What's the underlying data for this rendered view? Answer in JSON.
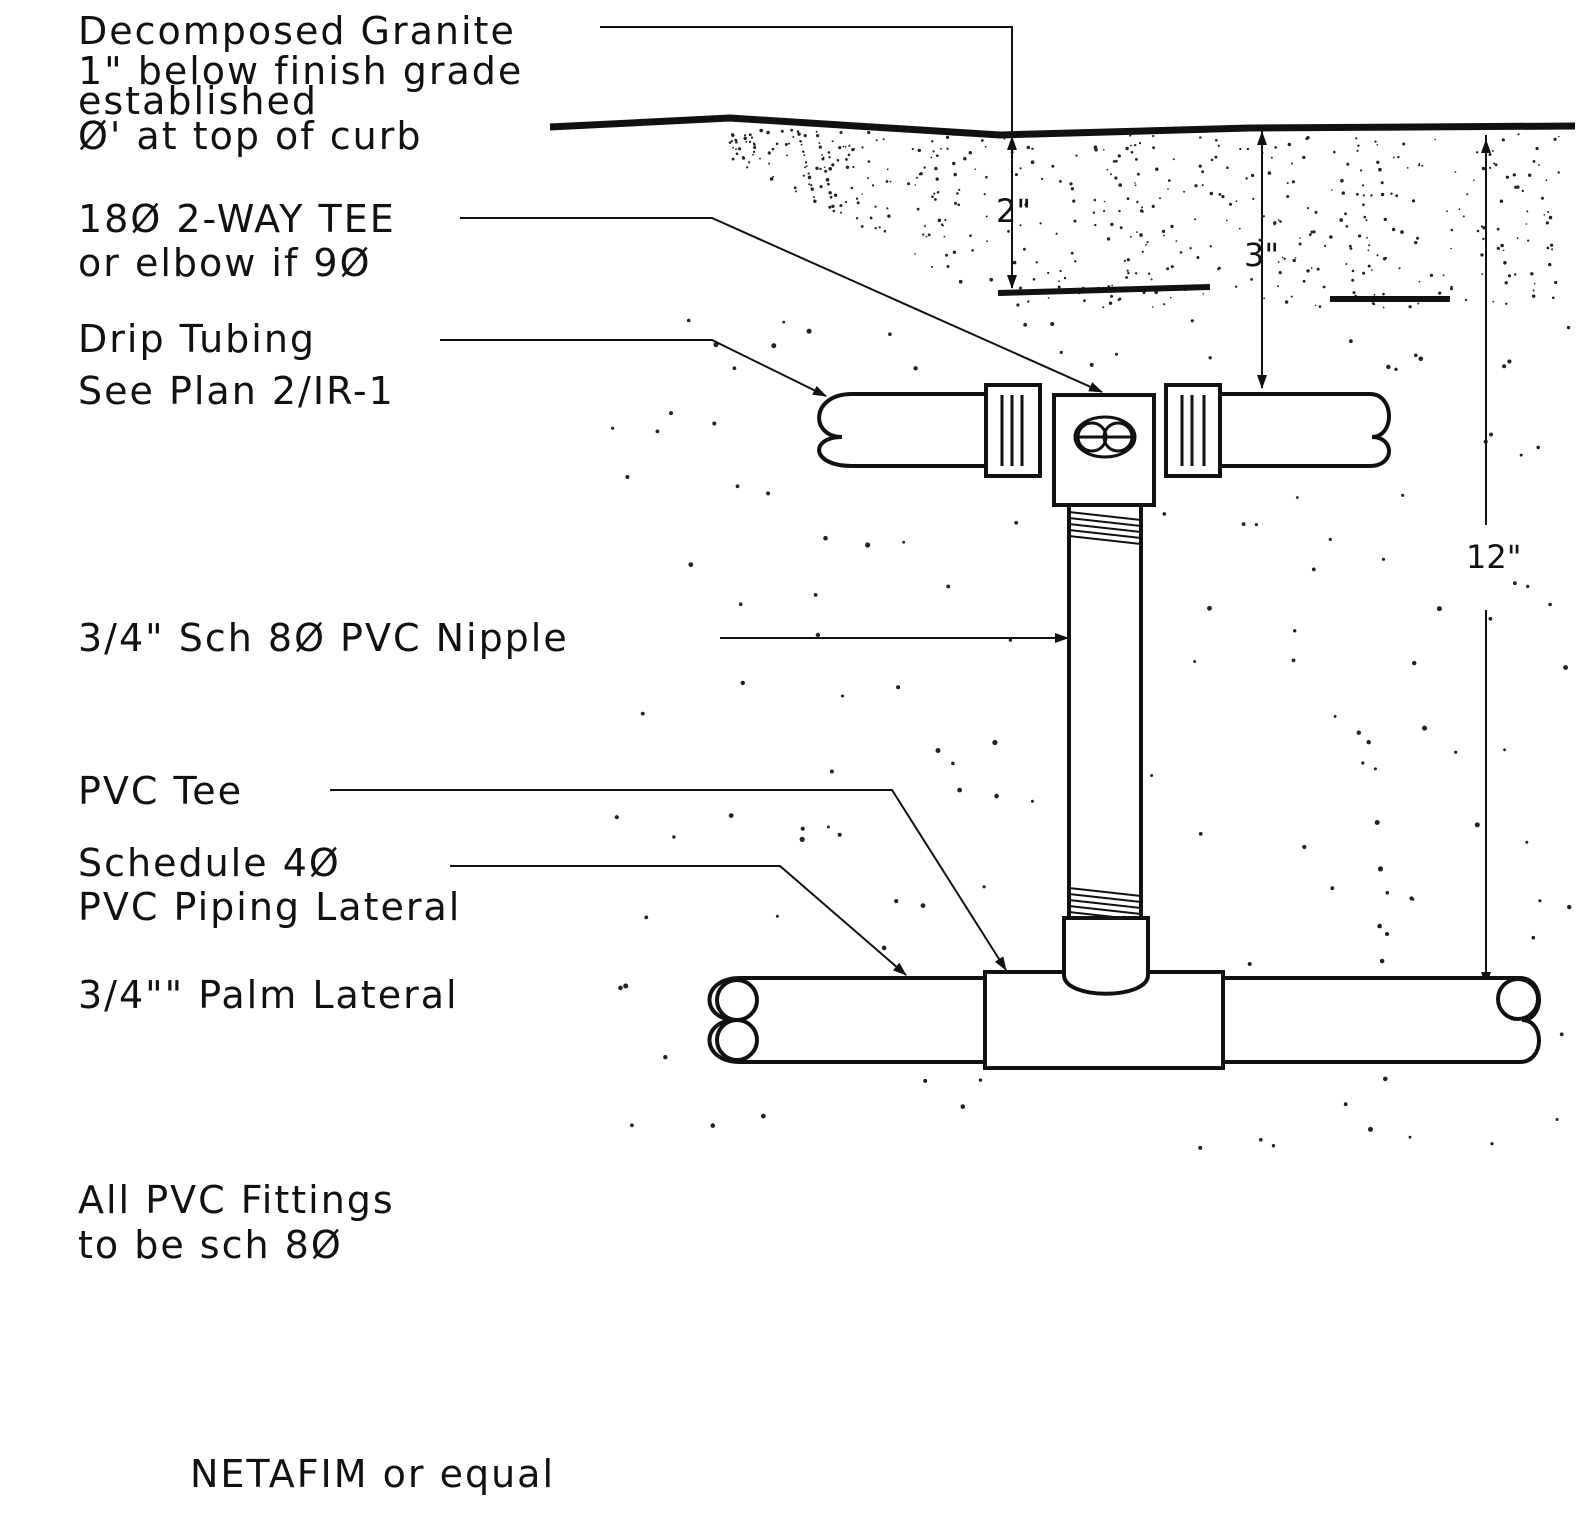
{
  "labels": {
    "granite_1": "Decomposed Granite",
    "granite_2": "1\" below finish grade",
    "granite_3": "established",
    "granite_4": "Ø' at top of curb",
    "tee_1": "18Ø 2-WAY TEE",
    "tee_2": "or elbow if 9Ø",
    "drip_1": "Drip Tubing",
    "drip_2": "See Plan 2/IR-1",
    "nipple": "3/4\" Sch 8Ø PVC Nipple",
    "pvc_tee": "PVC Tee",
    "lateral_1": "Schedule 4Ø",
    "lateral_2": "PVC Piping Lateral",
    "palm_lateral": "3/4\"\" Palm Lateral",
    "fittings_1": "All PVC Fittings",
    "fittings_2": "to be sch 8Ø",
    "manufacturer": "NETAFIM or equal"
  },
  "dimensions": {
    "granite_depth": "2\"",
    "tee_depth": "3\"",
    "lateral_depth": "12\""
  },
  "colors": {
    "ink": "#111111",
    "paper": "#ffffff"
  }
}
